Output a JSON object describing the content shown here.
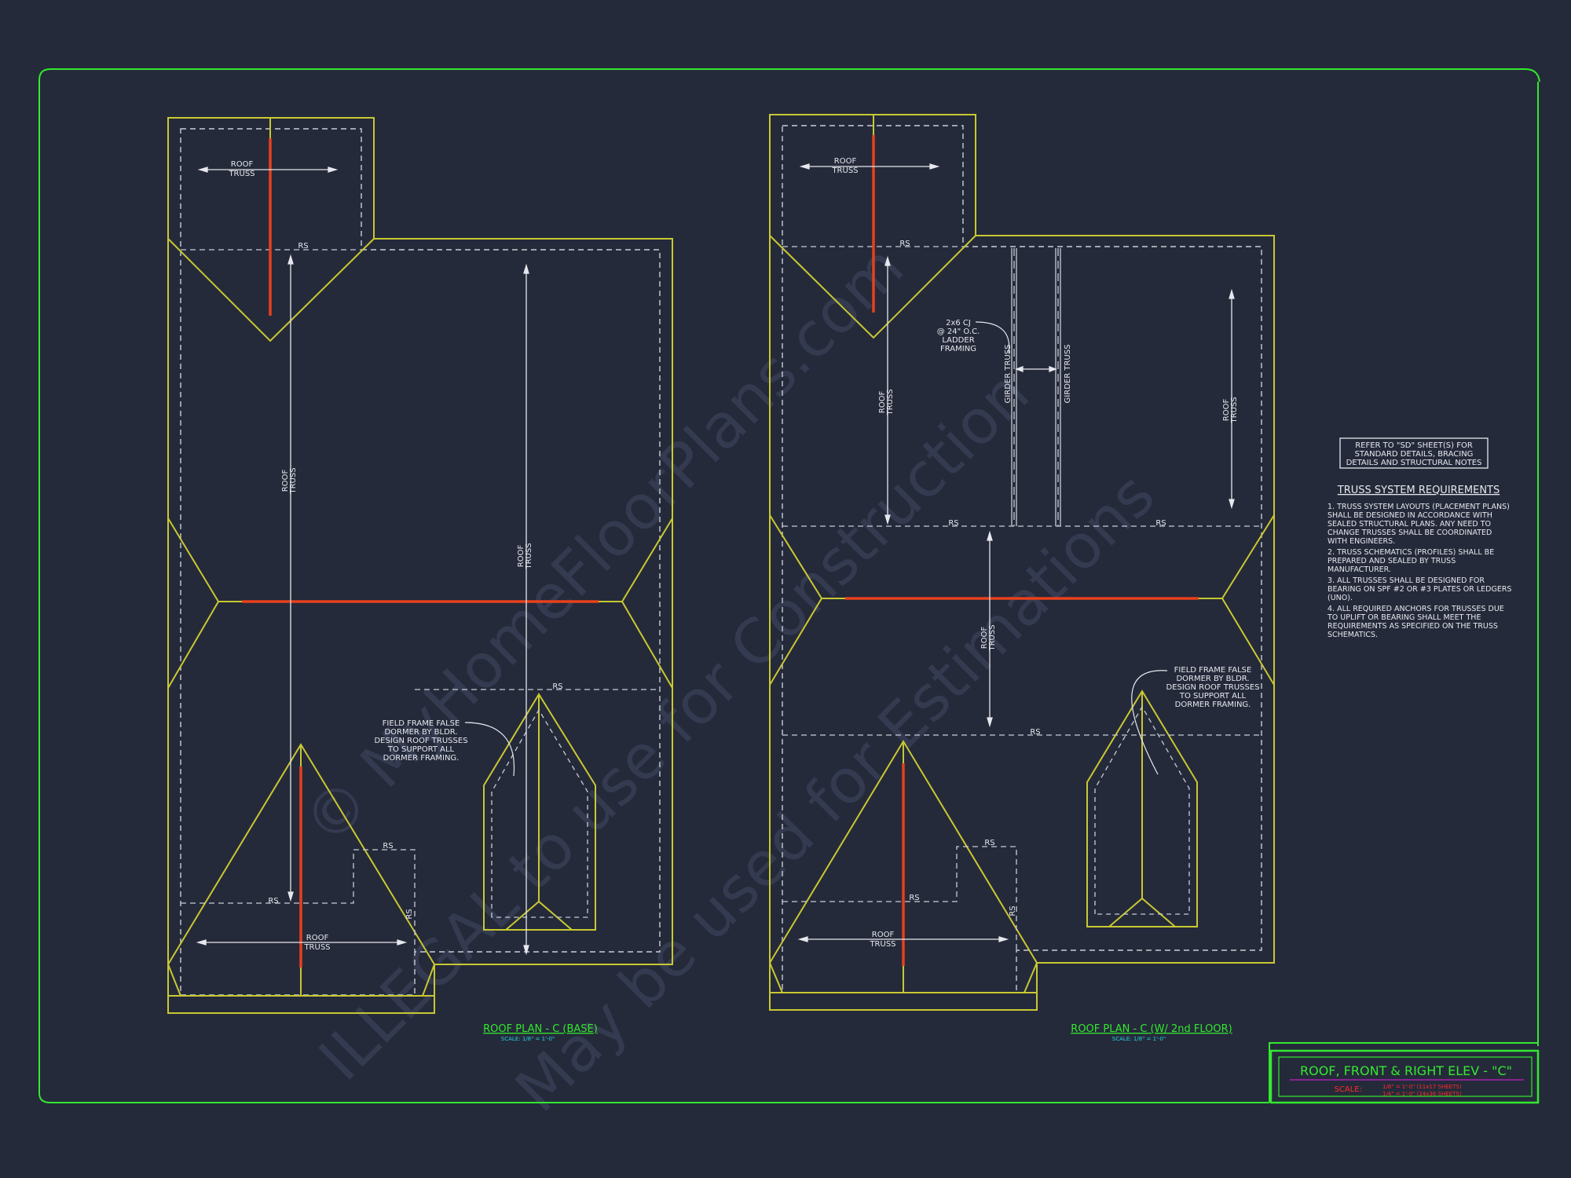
{
  "colors": {
    "background": "#252a3a",
    "border": "#33e82f",
    "roof_outline": "#c8c832",
    "ridge": "#e8401c",
    "dashed": "#c8ccd6",
    "text": "#e6e8ee",
    "title_green": "#33e82f",
    "scale_cyan": "#22d3e6",
    "scale_red": "#ff2a2a",
    "watermark": "#394055"
  },
  "labels": {
    "roof_truss_line1": "ROOF",
    "roof_truss_line2": "TRUSS",
    "rs": "RS",
    "girder_truss": "GIRDER TRUSS"
  },
  "plan_left": {
    "title": "ROOF PLAN - C (BASE)",
    "scale": "SCALE: 1/8\" = 1'-0\"",
    "note": [
      "FIELD FRAME FALSE",
      "DORMER BY BLDR.",
      "DESIGN ROOF TRUSSES",
      "TO SUPPORT ALL",
      "DORMER FRAMING."
    ]
  },
  "plan_right": {
    "title": "ROOF PLAN - C (W/ 2nd FLOOR)",
    "scale": "SCALE: 1/8\" = 1'-0\"",
    "note": [
      "FIELD FRAME FALSE",
      "DORMER BY BLDR.",
      "DESIGN ROOF TRUSSES",
      "TO SUPPORT ALL",
      "DORMER FRAMING."
    ],
    "ladder_note": [
      "2x6 CJ",
      "@ 24\" O.C.",
      "LADDER",
      "FRAMING"
    ]
  },
  "refer_box": [
    "REFER TO \"SD\" SHEET(S) FOR",
    "STANDARD DETAILS, BRACING",
    "DETAILS AND STRUCTURAL NOTES"
  ],
  "requirements": {
    "heading": "TRUSS SYSTEM REQUIREMENTS",
    "items": [
      [
        "1. TRUSS SYSTEM LAYOUTS (PLACEMENT PLANS)",
        "SHALL BE DESIGNED IN ACCORDANCE WITH",
        "SEALED STRUCTURAL PLANS. ANY NEED TO",
        "CHANGE TRUSSES SHALL BE COORDINATED",
        "WITH ENGINEERS."
      ],
      [
        "2. TRUSS SCHEMATICS (PROFILES) SHALL BE",
        "PREPARED AND SEALED BY TRUSS",
        "MANUFACTURER."
      ],
      [
        "3. ALL TRUSSES SHALL BE DESIGNED FOR",
        "BEARING ON SPF #2 OR #3 PLATES OR LEDGERS",
        "(UNO)."
      ],
      [
        "4. ALL REQUIRED ANCHORS FOR TRUSSES DUE",
        "TO UPLIFT OR BEARING SHALL MEET THE",
        "REQUIREMENTS AS SPECIFIED ON THE TRUSS",
        "SCHEMATICS."
      ]
    ]
  },
  "title_block": {
    "title": "ROOF, FRONT & RIGHT ELEV - \"C\"",
    "scale_label": "SCALE:",
    "scale_line1": "1/8\" = 1'-0\" (11x17 SHEETS)",
    "scale_line2": "1/4\" = 1'-0\" (24x36 SHEETS)"
  },
  "watermark": {
    "line1": "© MyHomeFloorPlans.com",
    "line2": "ILLEGAL to use for Construction",
    "line3": "May be used for Estimations"
  }
}
